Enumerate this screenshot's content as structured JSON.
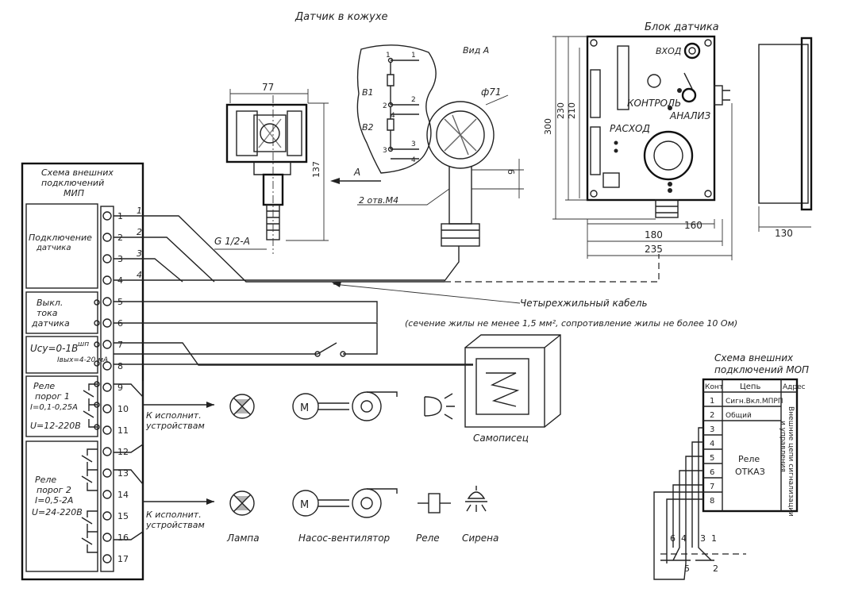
{
  "titles": {
    "sensor_housing": "Датчик в кожухе",
    "view_a": "Вид А",
    "sensor_block": "Блок датчика",
    "mip_scheme": [
      "Схема внешних",
      "подключений",
      "МИП"
    ],
    "mop_scheme": [
      "Схема внешних",
      "подключений МОП"
    ]
  },
  "mip_groups": {
    "sensor_connection": [
      "Подключение",
      "датчика"
    ],
    "current_off": [
      "Выкл.",
      "тока",
      "датчика"
    ],
    "output": "Uсу=0-1В",
    "output_sup": "шп",
    "output2": "Iвых=4-20 мА",
    "relay1": [
      "Реле",
      "порог 1",
      "I=0,1-0,25А",
      "U=12-220В"
    ],
    "relay2": [
      "Реле",
      "порог 2",
      "I=0,5-2А",
      "U=24-220В"
    ]
  },
  "terminal_numbers": [
    "1",
    "2",
    "3",
    "4",
    "5",
    "6",
    "7",
    "8",
    "9",
    "10",
    "11",
    "12",
    "13",
    "14",
    "15",
    "16",
    "17"
  ],
  "wire_numbers": [
    "1",
    "2",
    "3",
    "4"
  ],
  "dimensions": {
    "d77": "77",
    "d137": "137",
    "thread": "G 1/2-A",
    "phi71": "ф71",
    "d9": "9",
    "holes": "2 отв.М4",
    "d300": "300",
    "d230": "230",
    "d210": "210",
    "d160": "160",
    "d180": "180",
    "d235": "235",
    "d130": "130",
    "arrow_a": "А"
  },
  "view_a_labels": {
    "b1": "В1",
    "b2": "В2",
    "pins": [
      "1",
      "1",
      "2",
      "2",
      "4",
      "3",
      "3",
      "4"
    ]
  },
  "block_labels": {
    "input": "ВХОД",
    "control": "КОНТРОЛЬ",
    "analysis": "АНАЛИЗ",
    "flow": "РАСХОД"
  },
  "cable": {
    "title": "Четырехжильный кабель",
    "spec": "(сечение жилы не менее 1,5 мм², сопротивление жилы не более 10 Ом)"
  },
  "devices": {
    "to_exec": [
      "К исполнит.",
      "устройствам"
    ],
    "recorder": "Самописец",
    "lamp": "Лампа",
    "pump": "Насос-вентилятор",
    "relay": "Реле",
    "siren": "Сирена",
    "motor": "М"
  },
  "mop_table": {
    "headers": [
      "Конт",
      "Цепь",
      "Адрес"
    ],
    "rows": [
      {
        "n": "1",
        "circuit": "Сигн.Вкл.МПРП"
      },
      {
        "n": "2",
        "circuit": "Общий"
      },
      {
        "n": "3",
        "circuit": ""
      },
      {
        "n": "4",
        "circuit": ""
      },
      {
        "n": "5",
        "circuit": ""
      },
      {
        "n": "6",
        "circuit": ""
      },
      {
        "n": "7",
        "circuit": ""
      },
      {
        "n": "8",
        "circuit": ""
      }
    ],
    "relay": [
      "Реле",
      "ОТКАЗ"
    ],
    "address_vertical": [
      "Внешние цепи сигнализации",
      "и управления"
    ],
    "bottom_numbers": [
      "6",
      "4",
      "3",
      "1",
      "5",
      "2"
    ]
  }
}
